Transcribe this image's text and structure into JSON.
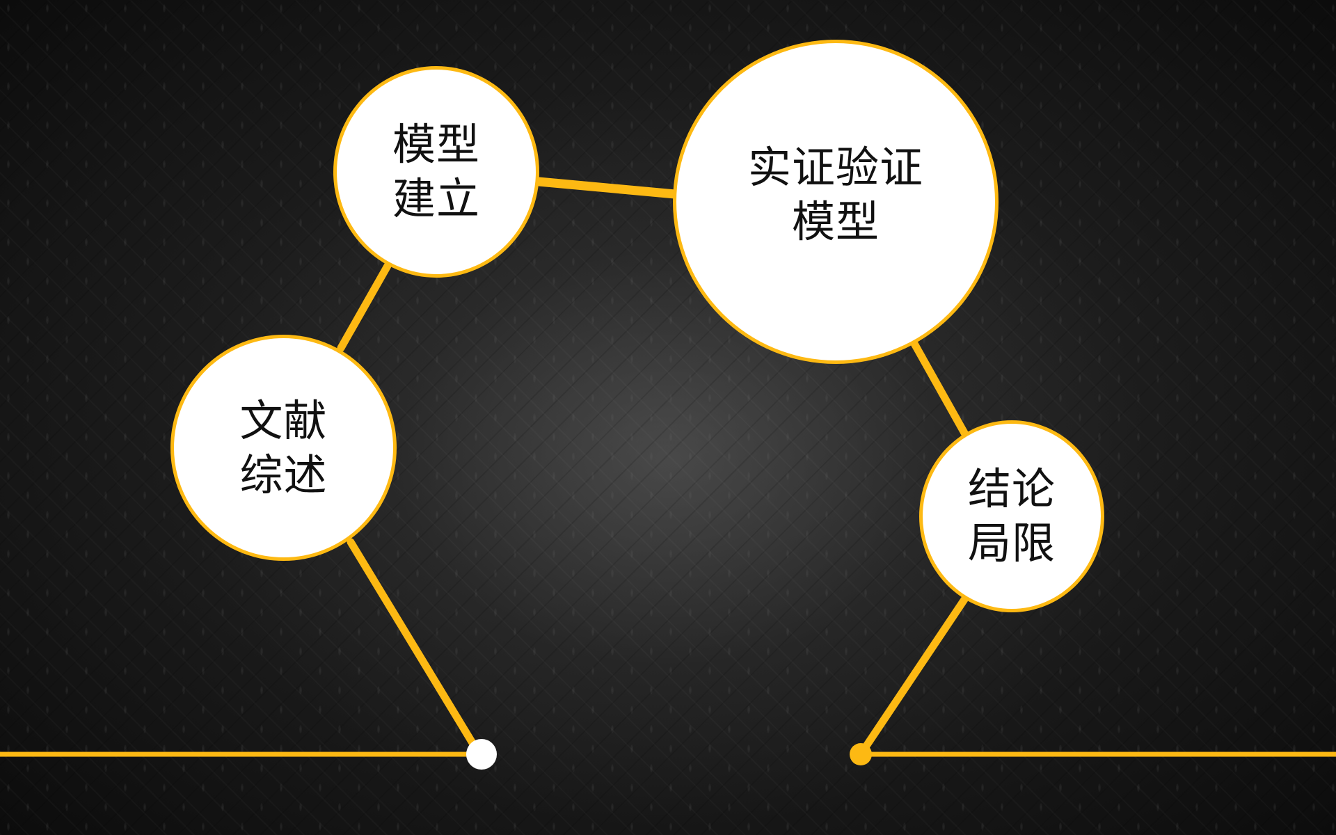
{
  "slide": {
    "accent_color": "#FDB913",
    "circle_fill": "#FFFFFF",
    "text_color": "#111111",
    "background": "dark diamond-plate metal texture"
  },
  "nodes": [
    {
      "id": "literature-review",
      "lines": [
        "文献",
        "综述"
      ]
    },
    {
      "id": "model-building",
      "lines": [
        "模型",
        "建立"
      ]
    },
    {
      "id": "empirical-validation",
      "lines": [
        "实证验证",
        "模型"
      ]
    },
    {
      "id": "conclusion-limitations",
      "lines": [
        "结论",
        "局限"
      ]
    }
  ],
  "markers": {
    "start_dot": {
      "color": "#FFFFFF"
    },
    "end_dot": {
      "color": "#FDB913"
    }
  }
}
